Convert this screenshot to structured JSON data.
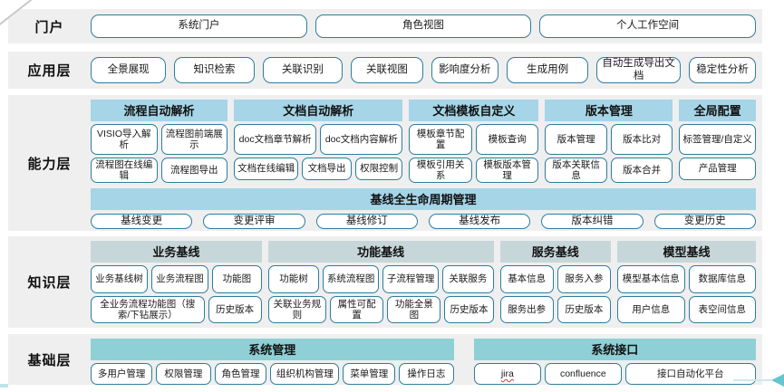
{
  "colors": {
    "band_bg": "#efefef",
    "capability_header": "#a5d5e7",
    "knowledge_header": "#c7d7d9",
    "foundation_header": "#8ed0d6",
    "button_border": "#2e7d9c",
    "arrow": "#66c4d0"
  },
  "portal": {
    "label": "门户",
    "items": [
      "系统门户",
      "角色视图",
      "个人工作空间"
    ]
  },
  "application": {
    "label": "应用层",
    "items": [
      "全景展现",
      "知识检索",
      "关联识别",
      "关联视图",
      "影响度分析",
      "生成用例",
      "自动生成导出文档",
      "稳定性分析"
    ]
  },
  "capability": {
    "label": "能力层",
    "groups": [
      {
        "title": "流程自动解析",
        "row1": [
          "VISIO导入解析",
          "流程图前端展示"
        ],
        "row2": [
          "流程图在线编辑",
          "流程图导出"
        ]
      },
      {
        "title": "文档自动解析",
        "row1": [
          "doc文档章节解析",
          "doc文档内容解析"
        ],
        "row2": [
          "文档在线编辑",
          "文档导出",
          "权限控制"
        ]
      },
      {
        "title": "文档模板自定义",
        "row1": [
          "模板章节配置",
          "模板查询"
        ],
        "row2": [
          "模板引用关系",
          "模板版本管理"
        ]
      },
      {
        "title": "版本管理",
        "row1": [
          "版本管理",
          "版本比对"
        ],
        "row2": [
          "版本关联信息",
          "版本合并"
        ]
      },
      {
        "title": "全局配置",
        "row1": [
          "标签管理/自定义"
        ],
        "row2": [
          "产品管理"
        ]
      }
    ],
    "baseline": {
      "title": "基线全生命周期管理",
      "items": [
        "基线变更",
        "变更评审",
        "基线修订",
        "基线发布",
        "版本纠错",
        "变更历史"
      ]
    }
  },
  "knowledge": {
    "label": "知识层",
    "groups": [
      {
        "title": "业务基线",
        "row1": [
          "业务基线树",
          "业务流程图",
          "功能图"
        ],
        "row2": [
          "全业务流程功能图（搜索/下钻展示）",
          "历史版本"
        ]
      },
      {
        "title": "功能基线",
        "row1": [
          "功能树",
          "系统流程图",
          "子流程管理",
          "关联服务"
        ],
        "row2": [
          "关联业务规则",
          "属性可配置",
          "功能全景图",
          "历史版本"
        ]
      },
      {
        "title": "服务基线",
        "row1": [
          "基本信息",
          "服务入参"
        ],
        "row2": [
          "服务出参",
          "历史版本"
        ]
      },
      {
        "title": "模型基线",
        "row1": [
          "模型基本信息",
          "数据库信息"
        ],
        "row2": [
          "用户信息",
          "表空间信息"
        ]
      }
    ]
  },
  "foundation": {
    "label": "基础层",
    "groups": [
      {
        "title": "系统管理",
        "items": [
          "多用户管理",
          "权限管理",
          "角色管理",
          "组织机构管理",
          "菜单管理",
          "操作日志"
        ]
      },
      {
        "title": "系统接口",
        "items": [
          "jira",
          "confluence",
          "接口自动化平台"
        ]
      }
    ]
  }
}
